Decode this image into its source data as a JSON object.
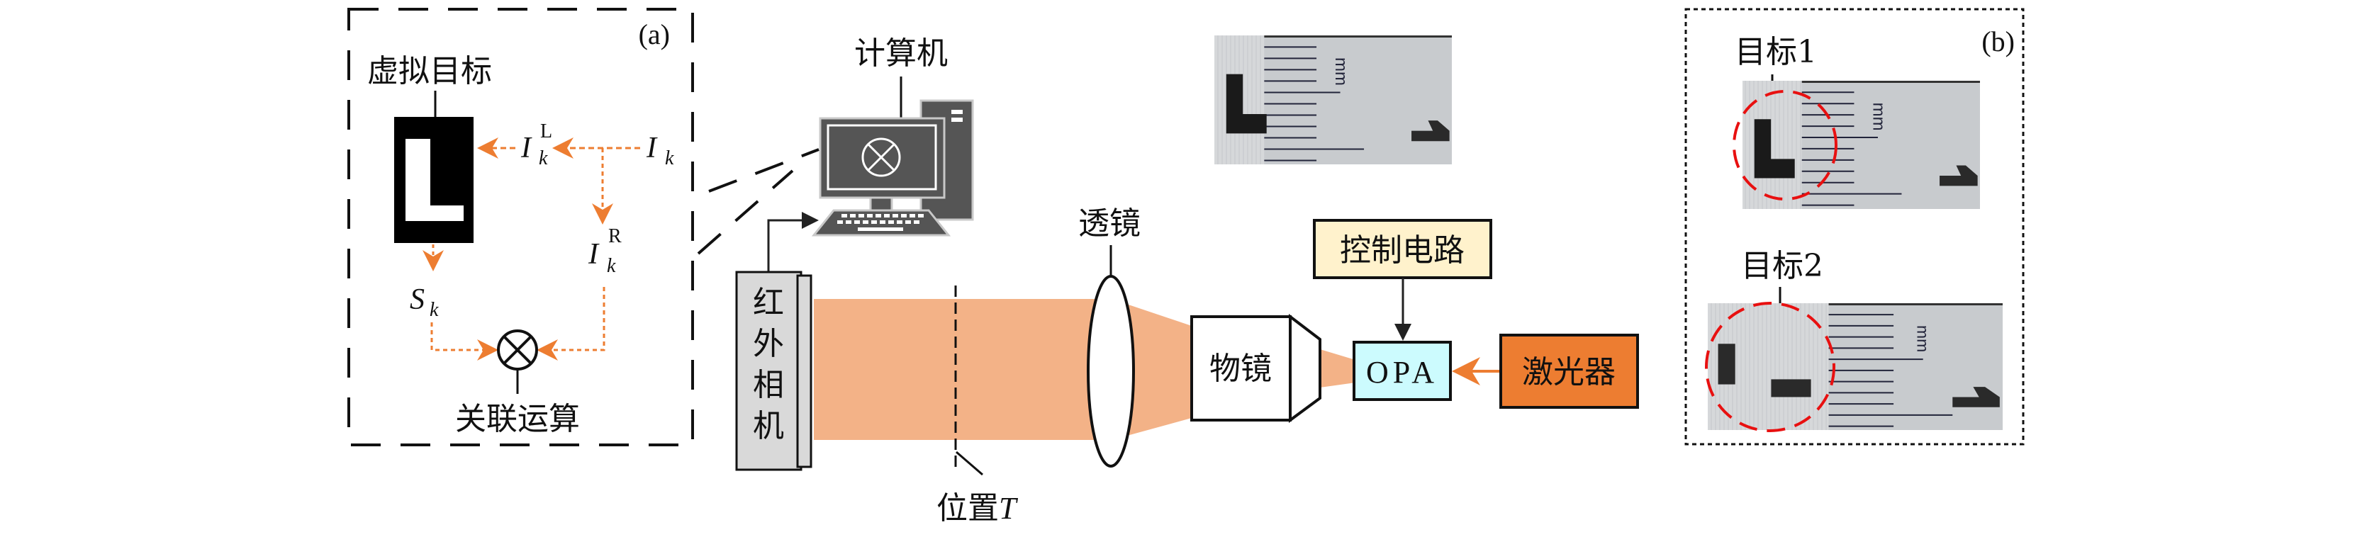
{
  "panel_a": {
    "tag": "(a)",
    "virtual_target_label": "虚拟目标",
    "signal_I": "I",
    "subscript_k": "k",
    "superscript_L": "L",
    "superscript_R": "R",
    "signal_S": "S",
    "correlation_label": "关联运算"
  },
  "setup": {
    "computer_label": "计算机",
    "camera_label_chars": [
      "红",
      "外",
      "相",
      "机"
    ],
    "position_label": "位置",
    "position_symbol": "T",
    "lens_label": "透镜",
    "objective_label": "物镜",
    "control_circuit_label": "控制电路",
    "opa_label": "OPA",
    "laser_label": "激光器",
    "photo_unit": "mm"
  },
  "panel_b": {
    "tag": "(b)",
    "target1_label": "目标1",
    "target2_label": "目标2",
    "photo_unit": "mm"
  },
  "colors": {
    "beam": "#f3b287",
    "orange_arrow": "#ed7d31",
    "laser_fill": "#ed7d31",
    "opa_fill": "#ccfbfe",
    "control_fill": "#fff2cc",
    "camera_fill": "#d9d9d9",
    "computer_dark": "#555555",
    "computer_edge": "#c8c8c8",
    "circle_red": "#e81010"
  }
}
